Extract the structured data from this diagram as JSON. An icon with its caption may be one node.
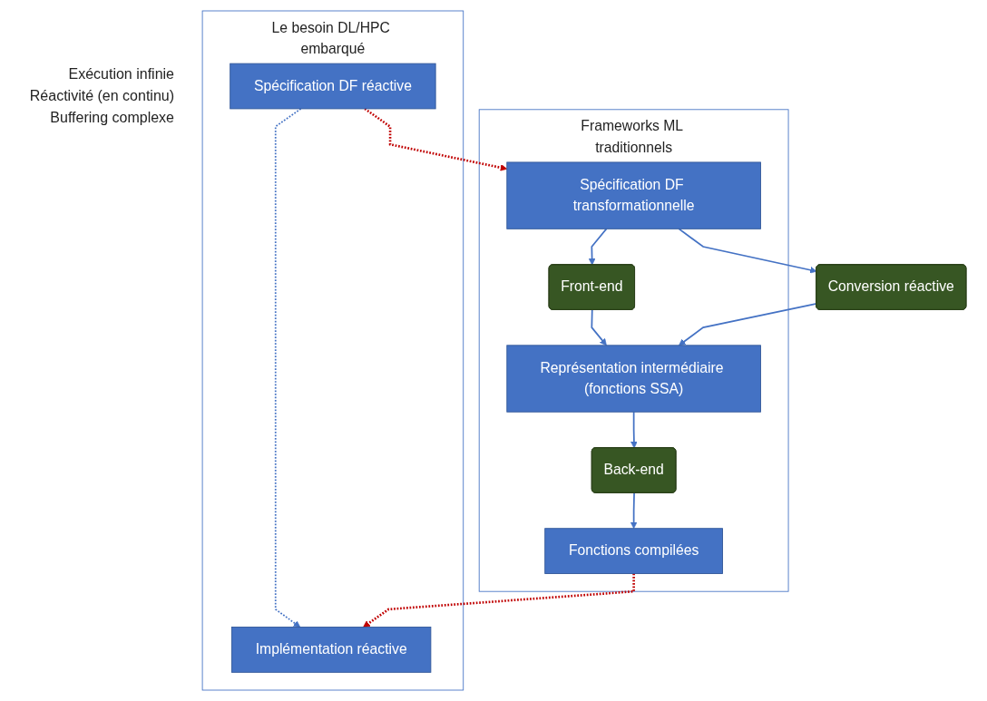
{
  "diagram": {
    "nodes": [
      {
        "text": [
          "Le besoin DL/HPC embarqué"
        ]
      },
      {
        "text": [
          "Spécification DF réactive"
        ],
        "in": 0
      },
      {
        "text": [
          "Implémentation réactive"
        ],
        "in": 0
      },
      {
        "text": [
          "Frameworks ML traditionnels"
        ]
      },
      {
        "text": [
          "Spécification DF transformationnelle"
        ],
        "in": 3
      },
      {
        "text": [
          "Front-end"
        ],
        "in": 3
      },
      {
        "text": [
          "Représentation intermédiaire (fonctions SSA)"
        ],
        "in": 3
      },
      {
        "text": [
          "Back-end"
        ],
        "in": 3
      },
      {
        "text": [
          "Fonctions compilées"
        ],
        "in": 3
      },
      {
        "text": [
          "Conversion réactive"
        ]
      }
    ],
    "edges": [
      {
        "from": 1,
        "to": 4,
        "arrow": "to",
        "style": "dashed",
        "color": "#c00000"
      },
      {
        "from": 1,
        "to": 2,
        "arrow": "to",
        "style": "dashed"
      },
      {
        "from": 4,
        "to": 5,
        "arrow": "to"
      },
      {
        "from": 4,
        "to": 9,
        "arrow": "to"
      },
      {
        "from": 5,
        "to": 6,
        "arrow": "to"
      },
      {
        "from": 9,
        "to": 6,
        "arrow": "to"
      },
      {
        "from": 6,
        "to": 7,
        "arrow": "to"
      },
      {
        "from": 7,
        "to": 8,
        "arrow": "to"
      },
      {
        "from": 8,
        "to": 2,
        "arrow": "to",
        "style": "dashed",
        "color": "#c00000"
      }
    ],
    "labels": [
      "Exécution infinie",
      "Réactivité (en continu)",
      "Buffering complexe"
    ]
  }
}
